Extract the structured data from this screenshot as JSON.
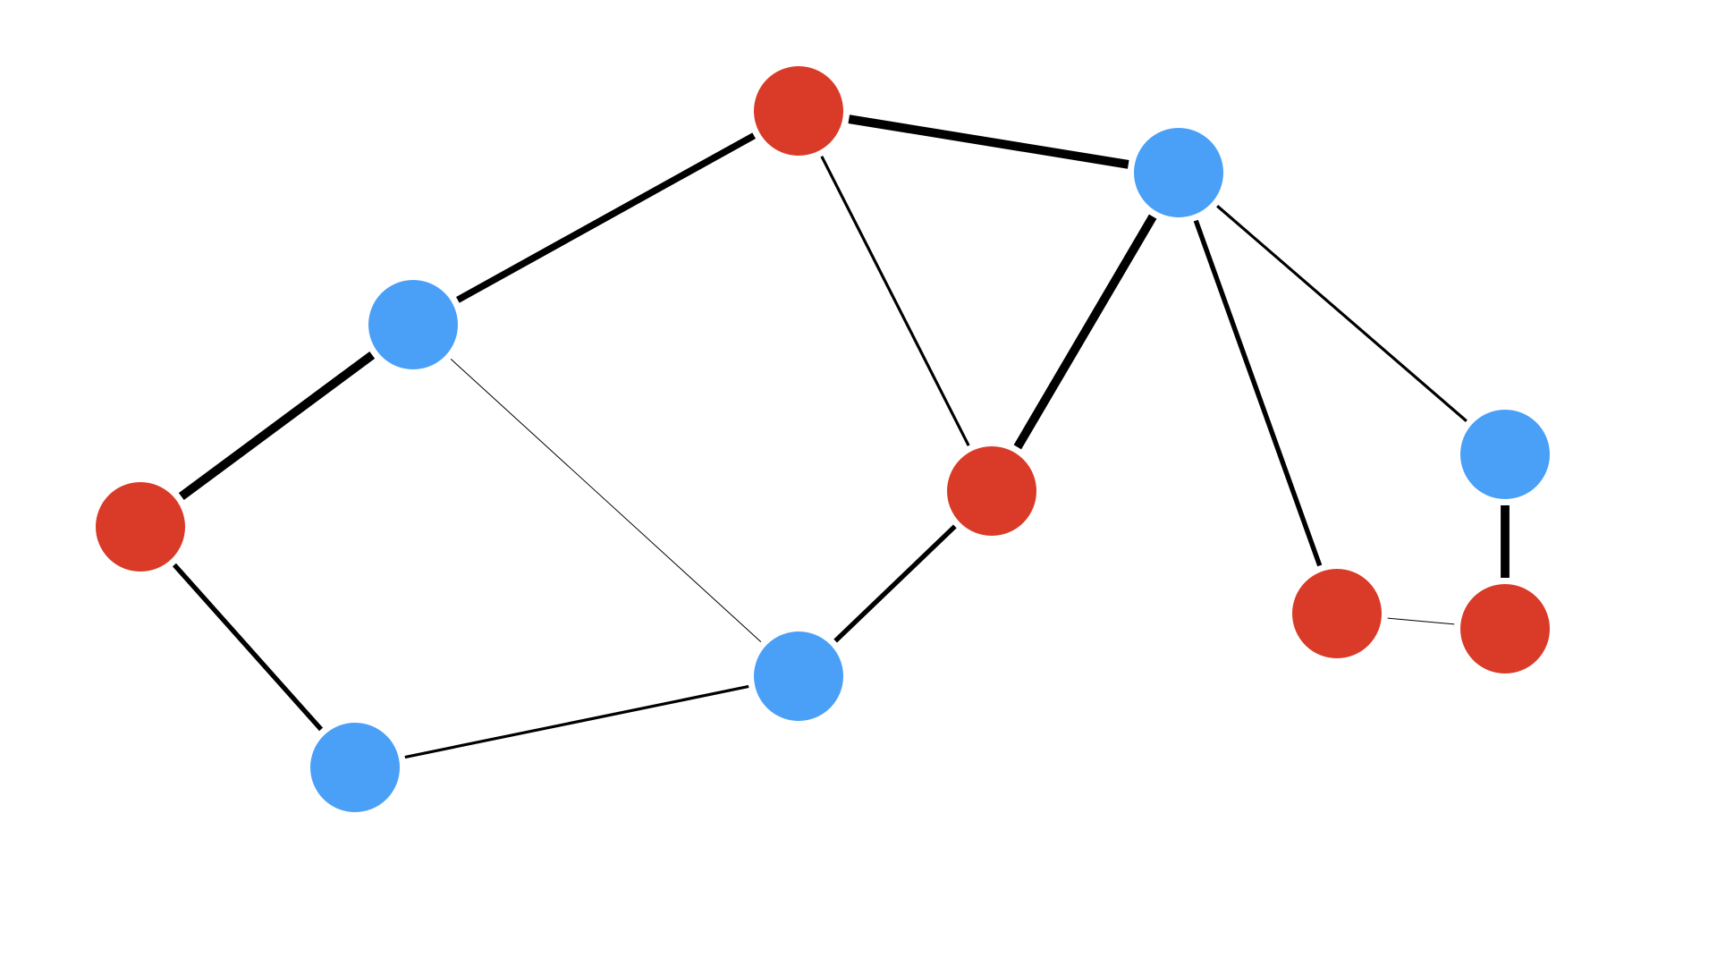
{
  "colors": {
    "background": "#ffffff",
    "edge": "#000000",
    "node_stroke": "#ffffff",
    "group_red": "#d93b28",
    "group_blue": "#4aa0f7"
  },
  "graph": {
    "nodes": [
      {
        "id": "n1",
        "group": "red"
      },
      {
        "id": "n2",
        "group": "blue"
      },
      {
        "id": "n3",
        "group": "blue"
      },
      {
        "id": "n4",
        "group": "red"
      },
      {
        "id": "n5",
        "group": "red"
      },
      {
        "id": "n6",
        "group": "blue"
      },
      {
        "id": "n7",
        "group": "blue"
      },
      {
        "id": "n8",
        "group": "blue"
      },
      {
        "id": "n9",
        "group": "red"
      },
      {
        "id": "n10",
        "group": "red"
      }
    ],
    "edges": [
      {
        "source": "n1",
        "target": "n2",
        "weight": 5
      },
      {
        "source": "n1",
        "target": "n3",
        "weight": 4
      },
      {
        "source": "n1",
        "target": "n5",
        "weight": 2
      },
      {
        "source": "n2",
        "target": "n5",
        "weight": 5
      },
      {
        "source": "n2",
        "target": "n7",
        "weight": 2
      },
      {
        "source": "n2",
        "target": "n9",
        "weight": 3
      },
      {
        "source": "n3",
        "target": "n4",
        "weight": 5
      },
      {
        "source": "n3",
        "target": "n6",
        "weight": 1
      },
      {
        "source": "n4",
        "target": "n8",
        "weight": 3
      },
      {
        "source": "n8",
        "target": "n6",
        "weight": 2
      },
      {
        "source": "n6",
        "target": "n5",
        "weight": 3
      },
      {
        "source": "n7",
        "target": "n10",
        "weight": 5
      },
      {
        "source": "n9",
        "target": "n10",
        "weight": 1
      }
    ]
  }
}
